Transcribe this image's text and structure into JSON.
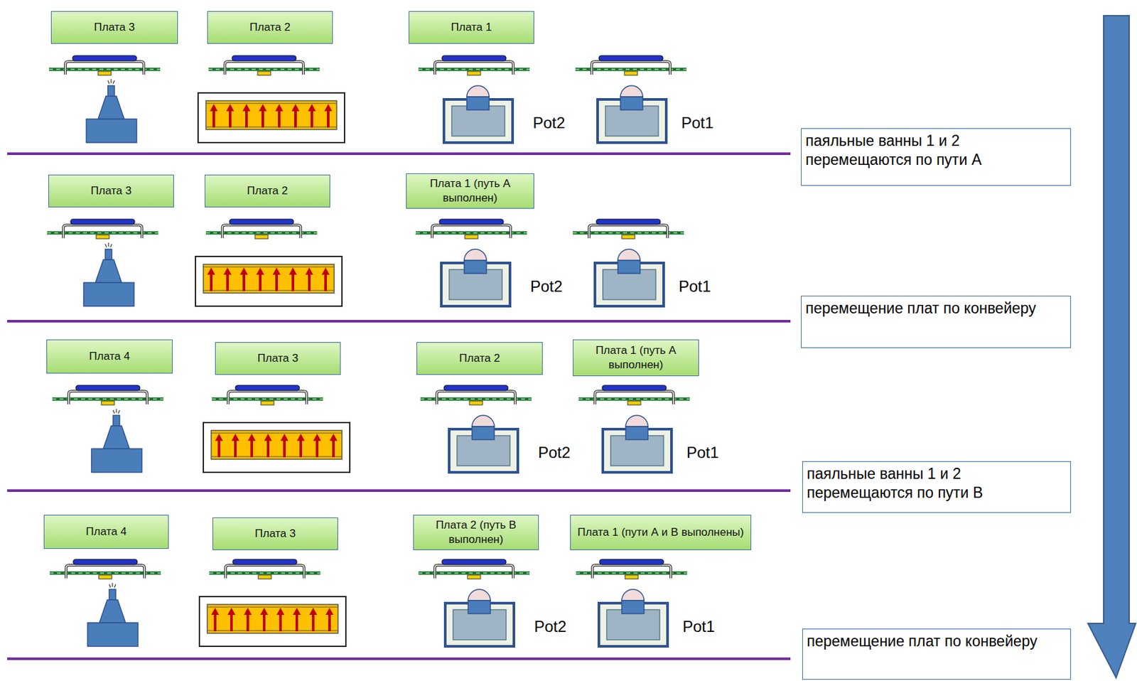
{
  "diagram": {
    "nodes": [
      {
        "text": [
          "Плата 3"
        ]
      },
      {
        "text": [
          "Плата 2"
        ]
      },
      {
        "text": [
          "Плата 1"
        ]
      },
      {
        "text": [
          "паяльные ванны 1 и 2 перемещаются по пути А"
        ]
      },
      {
        "text": [
          "Плата 3"
        ]
      },
      {
        "text": [
          "Плата 2"
        ]
      },
      {
        "text": [
          "Плата 1 (путь А выполнен)"
        ]
      },
      {
        "text": [
          "перемещение плат по конвейеру"
        ]
      },
      {
        "text": [
          "Плата 4"
        ]
      },
      {
        "text": [
          "Плата 3"
        ]
      },
      {
        "text": [
          "Плата 2"
        ]
      },
      {
        "text": [
          "Плата 1 (путь А выполнен)"
        ]
      },
      {
        "text": [
          "паяльные ванны 1 и 2 перемещаются по пути В"
        ]
      },
      {
        "text": [
          "Плата 4"
        ]
      },
      {
        "text": [
          "Плата 3"
        ]
      },
      {
        "text": [
          "Плата 2 (путь В выполнен)"
        ]
      },
      {
        "text": [
          "Плата 1 (пути А и В выполнены)"
        ]
      },
      {
        "text": [
          "перемещение плат по конвейеру"
        ]
      }
    ],
    "labels": [
      "Pot2",
      "Pot1",
      "Pot2",
      "Pot1",
      "Pot2",
      "Pot1",
      "Pot2",
      "Pot1"
    ]
  }
}
